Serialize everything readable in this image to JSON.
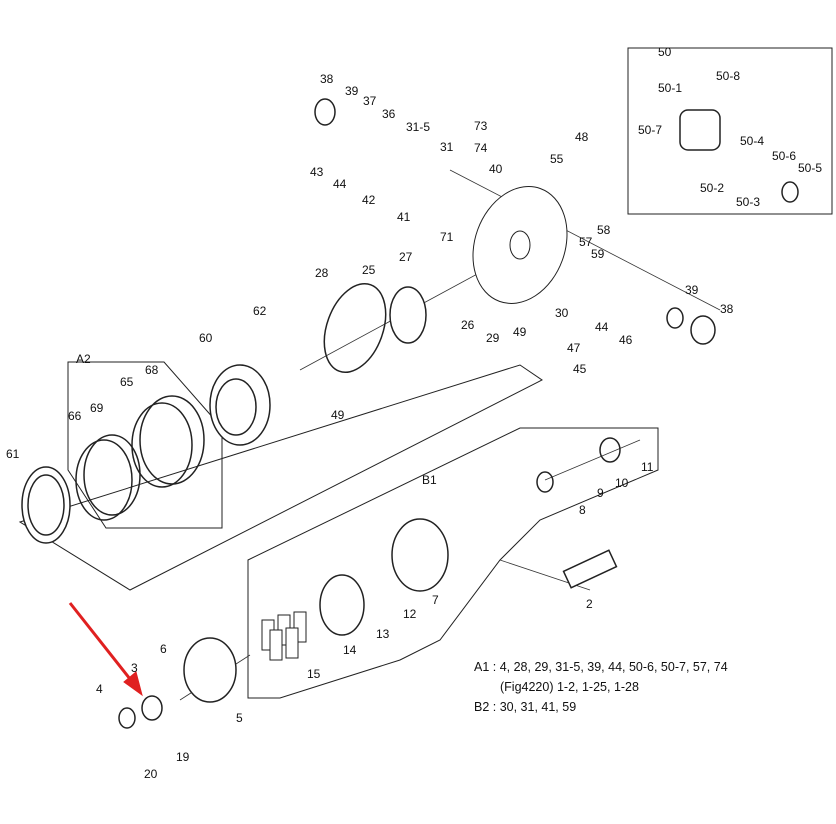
{
  "diagram": {
    "groups": {
      "g50": "50",
      "A2": "A2",
      "B1": "B1"
    },
    "parts": [
      "50-8",
      "50-1",
      "50-7",
      "50-4",
      "50-6",
      "50-5",
      "50-2",
      "50-3",
      "38",
      "39",
      "37",
      "36",
      "31-5",
      "31",
      "73",
      "74",
      "48",
      "55",
      "40",
      "43",
      "44",
      "42",
      "41",
      "58",
      "57",
      "59",
      "71",
      "27",
      "25",
      "28",
      "26",
      "29",
      "49",
      "30",
      "44",
      "46",
      "39",
      "38",
      "47",
      "45",
      "62",
      "60",
      "49",
      "68",
      "65",
      "69",
      "66",
      "61",
      "11",
      "10",
      "9",
      "8",
      "2",
      "7",
      "12",
      "13",
      "14",
      "15",
      "6",
      "3",
      "4",
      "5",
      "19",
      "20"
    ],
    "legend": {
      "a1": "A1 : 4, 28, 29, 31-5, 39, 44, 50-6, 50-7, 57, 74",
      "a1_cont": "(Fig4220) 1-2, 1-25, 1-28",
      "b2": "B2 : 30, 31, 41, 59"
    },
    "colors": {
      "arrow": "#e02020",
      "line": "#111111"
    }
  }
}
